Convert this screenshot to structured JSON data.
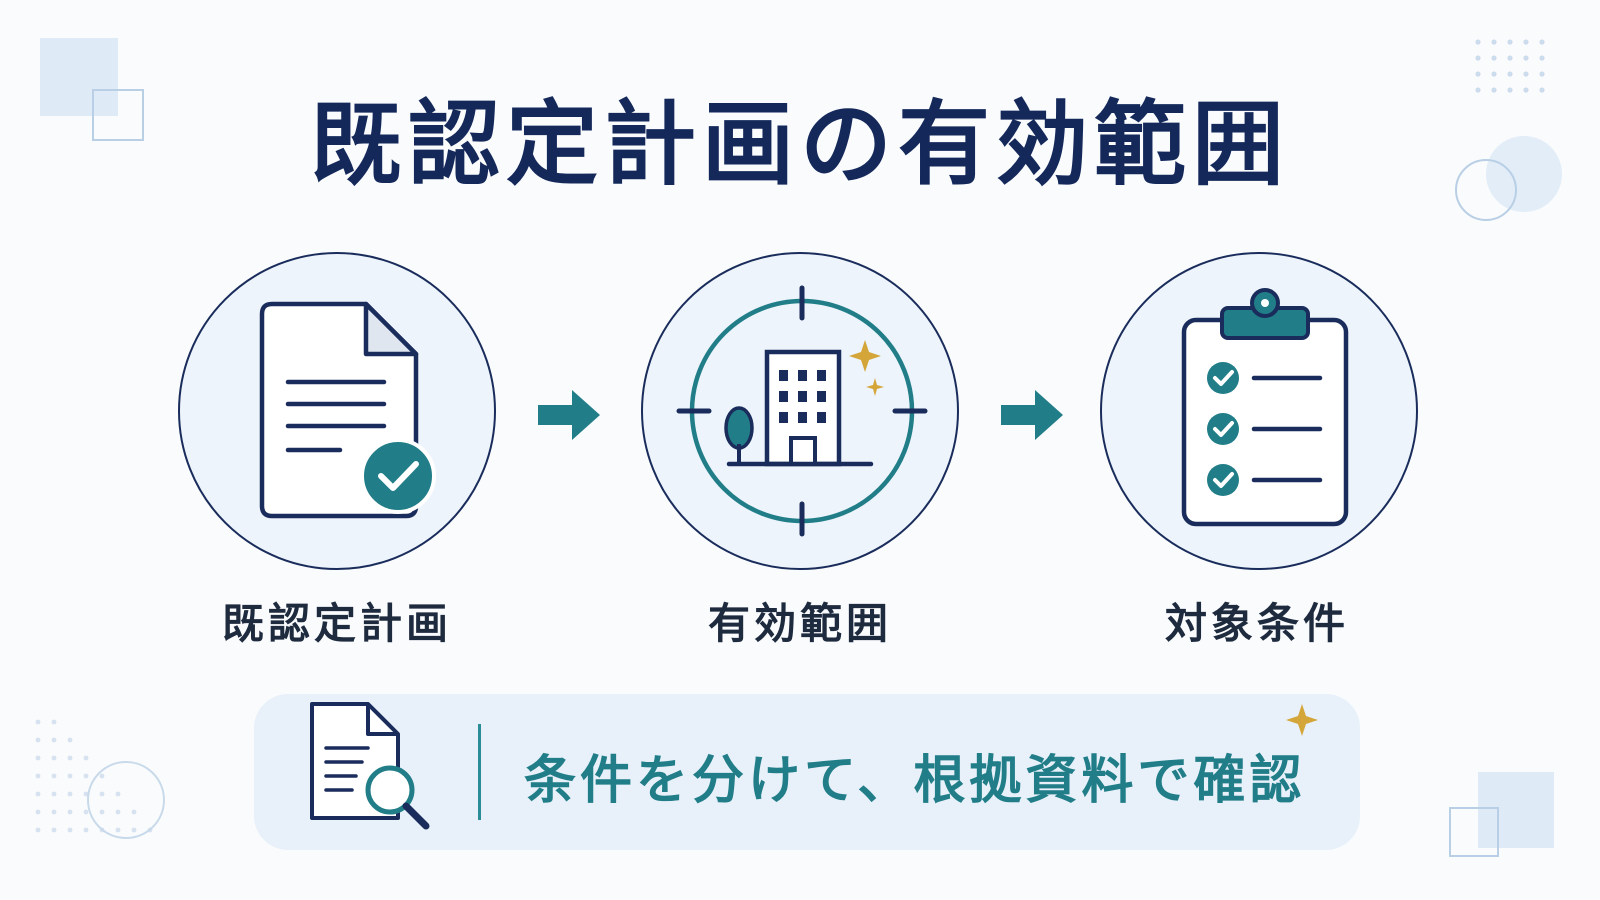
{
  "title": "既認定計画の有効範囲",
  "steps": [
    {
      "label": "既認定計画",
      "icon": "document-check-icon"
    },
    {
      "label": "有効範囲",
      "icon": "building-target-icon"
    },
    {
      "label": "対象条件",
      "icon": "clipboard-checklist-icon"
    }
  ],
  "banner": {
    "text": "条件を分けて、根拠資料で確認",
    "icon": "document-search-icon"
  },
  "colors": {
    "navy": "#14285a",
    "teal": "#217e88",
    "circle_fill": "#edf4fb",
    "banner_fill": "#e8f1fa",
    "sparkle": "#d4a63a"
  }
}
